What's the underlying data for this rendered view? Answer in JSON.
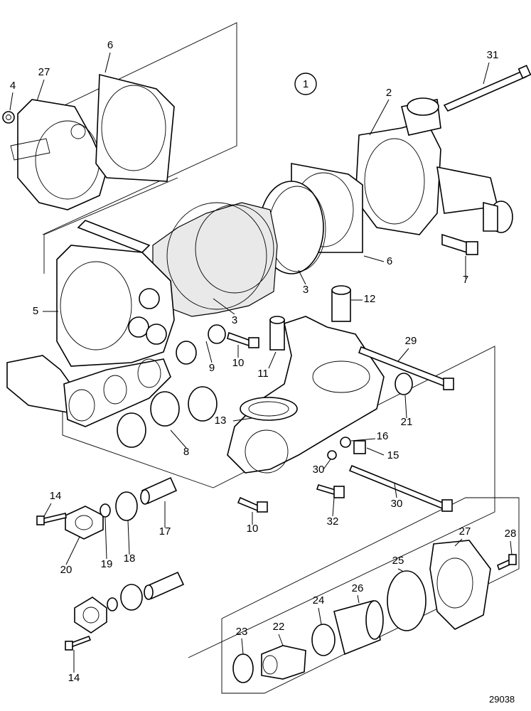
{
  "diagram": {
    "reference_number": "29038",
    "view_marker": "1",
    "part_labels": [
      "2",
      "3",
      "3",
      "4",
      "5",
      "6",
      "6",
      "7",
      "8",
      "9",
      "10",
      "10",
      "11",
      "12",
      "13",
      "14",
      "14",
      "15",
      "16",
      "17",
      "18",
      "19",
      "20",
      "21",
      "22",
      "23",
      "24",
      "25",
      "26",
      "27",
      "27",
      "28",
      "29",
      "30",
      "30",
      "31",
      "32"
    ]
  }
}
